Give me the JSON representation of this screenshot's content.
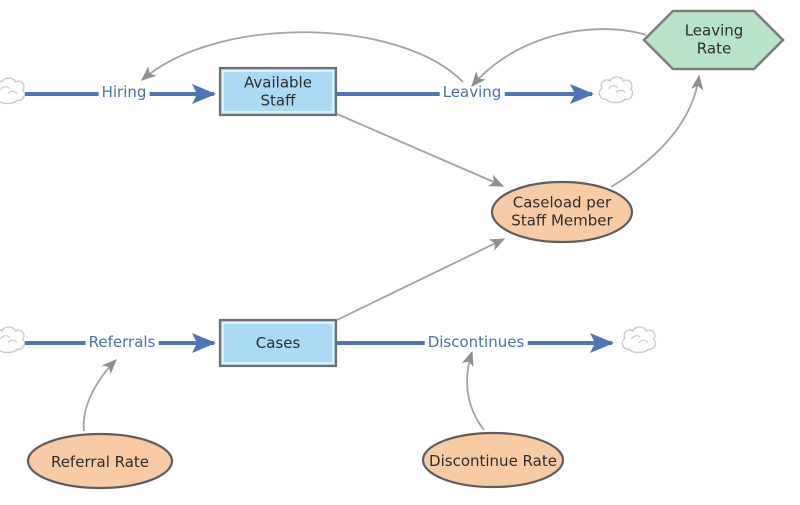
{
  "title": "Staff and caseload stock-and-flow diagram",
  "colors": {
    "flow_blue": "#4f74ba",
    "flow_label_text": "#4a6fb5",
    "stock_fill": "#a9daf6",
    "stock_border": "#6f6f6f",
    "stock_inner_line": "#ffffff",
    "converter_fill": "#b7e4c8",
    "converter_border": "#7d7d7d",
    "aux_fill": "#f9cba4",
    "aux_border": "#5e5e5e",
    "connector_gray": "#a3a3a3",
    "connector_arrow": "#8f8f8f",
    "cloud_stroke": "#c9c9c9",
    "cloud_fill": "#fdfdfd",
    "shape_label_text": "#2d2d2d"
  },
  "stocks": [
    {
      "id": "available-staff",
      "label": "Available Staff"
    },
    {
      "id": "cases",
      "label": "Cases"
    }
  ],
  "flows": [
    {
      "id": "hiring",
      "label": "Hiring",
      "from": "cloud",
      "to": "Available Staff"
    },
    {
      "id": "leaving",
      "label": "Leaving",
      "from": "Available Staff",
      "to": "cloud"
    },
    {
      "id": "referrals",
      "label": "Referrals",
      "from": "cloud",
      "to": "Cases"
    },
    {
      "id": "discontinues",
      "label": "Discontinues",
      "from": "Cases",
      "to": "cloud"
    }
  ],
  "auxiliaries": [
    {
      "id": "leaving-rate",
      "label": "Leaving Rate",
      "shape": "hexagon"
    },
    {
      "id": "caseload-per-staff-member",
      "label": "Caseload per Staff Member",
      "shape": "ellipse"
    },
    {
      "id": "referral-rate",
      "label": "Referral Rate",
      "shape": "ellipse"
    },
    {
      "id": "discontinue-rate",
      "label": "Discontinue Rate",
      "shape": "ellipse"
    }
  ],
  "links": [
    {
      "from": "Leaving",
      "to": "Hiring"
    },
    {
      "from": "Leaving Rate",
      "to": "Leaving"
    },
    {
      "from": "Available Staff",
      "to": "Caseload per Staff Member"
    },
    {
      "from": "Cases",
      "to": "Caseload per Staff Member"
    },
    {
      "from": "Caseload per Staff Member",
      "to": "Leaving Rate"
    },
    {
      "from": "Referral Rate",
      "to": "Referrals"
    },
    {
      "from": "Discontinue Rate",
      "to": "Discontinues"
    }
  ]
}
